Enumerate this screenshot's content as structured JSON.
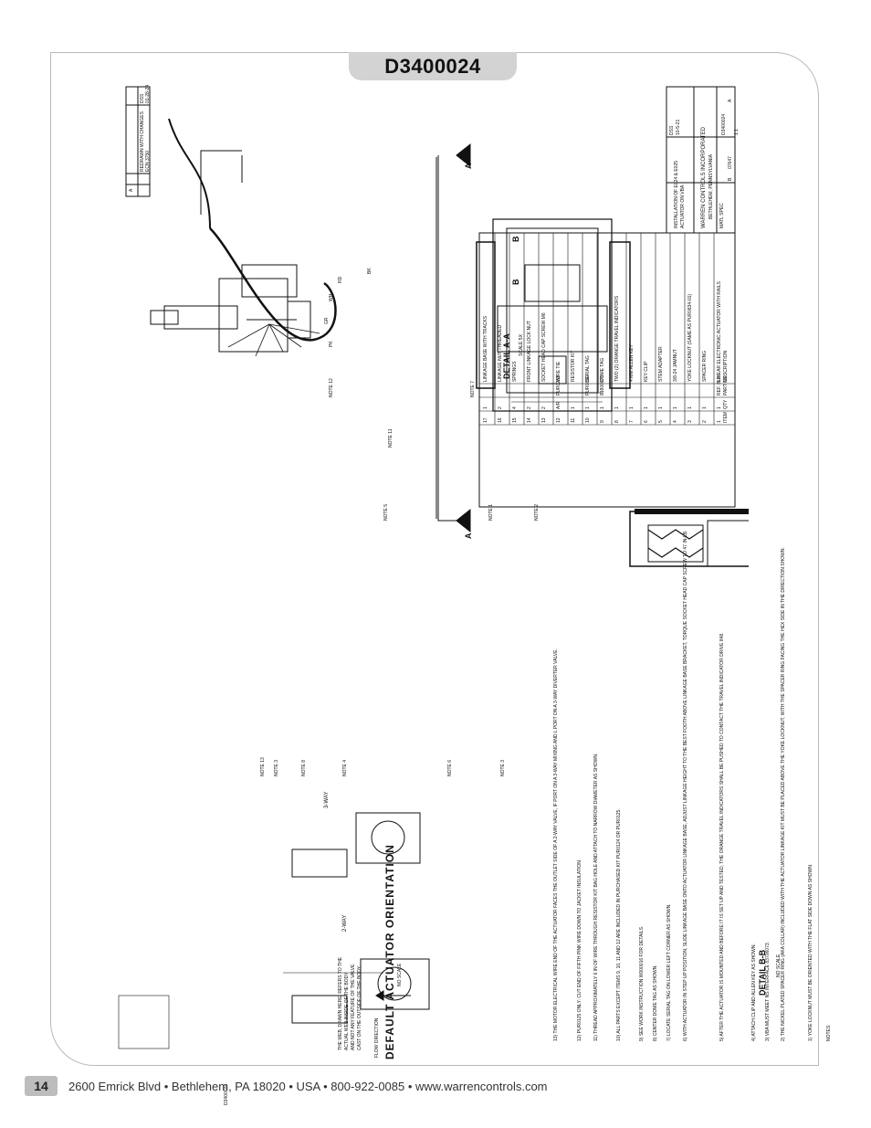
{
  "document": {
    "title": "D3400024",
    "page_number": "14",
    "footer_address": "2600 Emrick Blvd • Bethlehem, PA 18020 • USA • 800-922-0085 • www.warrencontrols.com"
  },
  "drawing": {
    "default_orientation_title": "DEFAULT ACTUATOR ORIENTATION",
    "no_scale": "NO SCALE",
    "two_way": "2-WAY",
    "three_way": "3-WAY",
    "flow_direction": "FLOW DIRECTION",
    "note_13": "NOTE 13",
    "web_note": [
      "THE WEB, DRAWN HERE, REFERS TO THE",
      "ACTUAL WEB INSIDE OF THE BODY",
      "AND NOT ANY FEATURE OF THE VALVE",
      "CAST ON THE OUTSIDE OF THE BODY."
    ],
    "detail_aa": "DETAIL A-A",
    "scale_5x": "SCALE 5X",
    "detail_bb": "DETAIL B-B",
    "bb_no_scale": "NO SCALE",
    "section_a": "A",
    "section_b": "B",
    "doc_side_label": "D3400024",
    "wire_labels": [
      "PK",
      "GR",
      "WH",
      "RD",
      "BK"
    ],
    "callouts": {
      "note3": "NOTE 3",
      "note8": "NOTE 8",
      "note4": "NOTE 4",
      "note6": "NOTE 6",
      "note3b": "NOTE 3",
      "note5": "NOTE 5",
      "note1": "NOTE 1",
      "note2": "NOTE 2",
      "note11": "NOTE 11",
      "note12": "NOTE 12",
      "note7": "NOTE 7"
    },
    "notes_header": "NOTES:",
    "notes": [
      "1) YOKE LOCKNUT MUST BE ORIENTED WITH THE FLAT SIDE DOWN AS SHOWN.",
      "2) THE NICKEL PLATED SPACER RING (AKA COLLAR) INCLUDED WITH THE ACTUATOR LINKAGE KIT MUST BE PLACED ABOVE THE YOKE LOCKNUT, WITH THE SPACER RING FACING THE HEX SIDE IN THE DIRECTION SHOWN.",
      "3) VBA MUST MEET NS INTERFACE 83706073.",
      "4) ATTACH CLIP AND ALLEN KEY AS SHOWN.",
      "5) AFTER THE ACTUATOR IS MOUNTED AND BEFORE IT IS SET UP AND TESTED, THE ORANGE TRAVEL INDICATORS SHALL BE PUSHED TO CONTACT THE TRAVEL INDICATOR DRIVE 848.",
      "6) WITH ACTUATOR IN STEP UP POSITION, SLIDE LINKAGE BASE ONTO ACTUATOR LINKAGE BASE, ADJUST LINKAGE HEIGHT TO THE BEST FOOTH ABOVE LINKAGE BASE BRACKET, TORQUE SOCKET HEAD CAP SCREW TO 47 IN-LB.",
      "7) LOCATE SERIAL TAG ON LOWER LEFT CORNER AS SHOWN.",
      "8) CENTER DOME TAG AS SHOWN.",
      "9) SEE WORK INSTRUCTION W000016 FOR DETAILS.",
      "10) ALL PARTS EXCEPT ITEMS 9, 10, 11 AND 12 ARE INCLUDED IN PURCHASED KIT PUR0124 OR PUR0125.",
      "11) THREAD APPROXIMATELY 6 IN OF WIRE THROUGH RESISTOR KIT BAG HOLE AND ATTACH TO NARROW DIAMETER AS SHOWN.",
      "12) PUR0125 ONLY: CUT END OF FIFTH PINK WIRE DOWN TO JACKET INSULATION.",
      "13) THE MOTOR ELECTRICAL WIRE END OF THE ACTUATOR FACES THE OUTLET SIDE OF A 2-WAY VALVE, IF PORT ON A 3-WAY MIXING AND L PORT ON A 3-WAY DIVERTER VALVE."
    ],
    "revision_table": {
      "row": "A",
      "description": "REDRAWN WITH CHANGES",
      "ecn": "ECN 3750",
      "by": "DSS",
      "date": "01-28-24"
    },
    "parts_header": [
      "ITEM",
      "QTY",
      "PART NO.",
      "DESCRIPTION"
    ],
    "parts": [
      [
        "17",
        "1",
        "",
        "LINKAGE BASE WITH TRACKS"
      ],
      [
        "16",
        "2",
        "",
        "LINKAGE NUT THREADED"
      ],
      [
        "15",
        "4",
        "",
        "SPRINGS"
      ],
      [
        "14",
        "2",
        "",
        "FRONT LINKAGE LOCK NUT"
      ],
      [
        "13",
        "2",
        "",
        "SOCKET HEAD CAP SCREW M6"
      ],
      [
        "12",
        "A/R",
        "PUR0282",
        "WIRE TIE"
      ],
      [
        "11",
        "1",
        "",
        "RESISTOR KIT"
      ],
      [
        "10",
        "1",
        "PUR0830",
        "SERIAL TAG"
      ],
      [
        "9",
        "1",
        "81800075",
        "DOME TAG"
      ],
      [
        "8",
        "1",
        "",
        "TWO (2) ORANGE TRAVEL INDICATORS"
      ],
      [
        "7",
        "1",
        "",
        "4 MM ALLEN KEY"
      ],
      [
        "6",
        "1",
        "",
        "KEY CLIP"
      ],
      [
        "5",
        "1",
        "",
        "STEM ADAPTER"
      ],
      [
        "4",
        "1",
        "",
        "3/8-24 JAMNUT"
      ],
      [
        "3",
        "1",
        "",
        "YOKE LOCKNUT (SAME AS PUR0834-01)"
      ],
      [
        "2",
        "1",
        "",
        "SPACER RING"
      ],
      [
        "1",
        "1",
        "REF. BUY",
        "LINEAR ELECTRONIC ACTUATOR WITH RAILS"
      ]
    ],
    "title_block": {
      "company": "WARREN CONTROLS INCORPORATED",
      "company_sub": "BETHLEHEM, PENNSYLVANIA",
      "drawing_title_1": "INSTALLATION OF E024 & E025",
      "drawing_title_2": "ACTUATOR ON VBA",
      "matl_spec": "MATL SPEC",
      "drawn_by": "DSS",
      "drawn_date": "10-5-21",
      "dwg_no": "D3400024",
      "size": "B",
      "code": "07647",
      "rev": "A",
      "scale": "1:1"
    }
  }
}
